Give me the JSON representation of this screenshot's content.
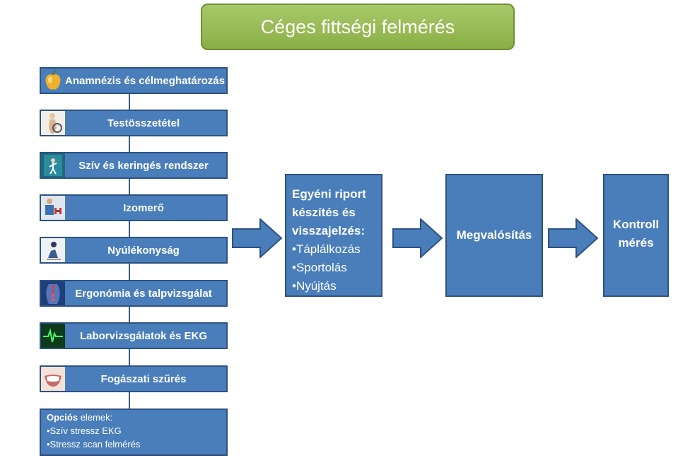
{
  "title": "Céges fittségi felmérés",
  "steps": [
    {
      "label": "Anamnézis és célmeghatározás",
      "icon": "apple-icon"
    },
    {
      "label": "Testösszetétel",
      "icon": "body-composition-icon"
    },
    {
      "label": "Szív és keringés rendszer",
      "icon": "treadmill-icon"
    },
    {
      "label": "Izomerő",
      "icon": "dumbbell-icon"
    },
    {
      "label": "Nyúlékonyság",
      "icon": "stretching-icon"
    },
    {
      "label": "Ergonómia és talpvizsgálat",
      "icon": "spine-icon"
    },
    {
      "label": "Laborvizsgálatok és EKG",
      "icon": "ecg-icon"
    },
    {
      "label": "Fogászati szűrés",
      "icon": "smile-icon"
    }
  ],
  "options": {
    "head_bold": "Opciós",
    "head_rest": " elemek:",
    "items": [
      "•Szív stressz EKG",
      "•Stressz scan felmérés"
    ]
  },
  "report": {
    "title_lines": [
      "Egyéni riport",
      "készítés és",
      "visszajelzés:"
    ],
    "items": [
      "•Táplálkozás",
      "•Sportolás",
      "•Nyújtás"
    ]
  },
  "implementation": "Megvalósítás",
  "control": [
    "Kontroll",
    "mérés"
  ],
  "colors": {
    "box": "#4a7ebb",
    "border": "#2c5282",
    "title_green": "#9bbb59"
  }
}
